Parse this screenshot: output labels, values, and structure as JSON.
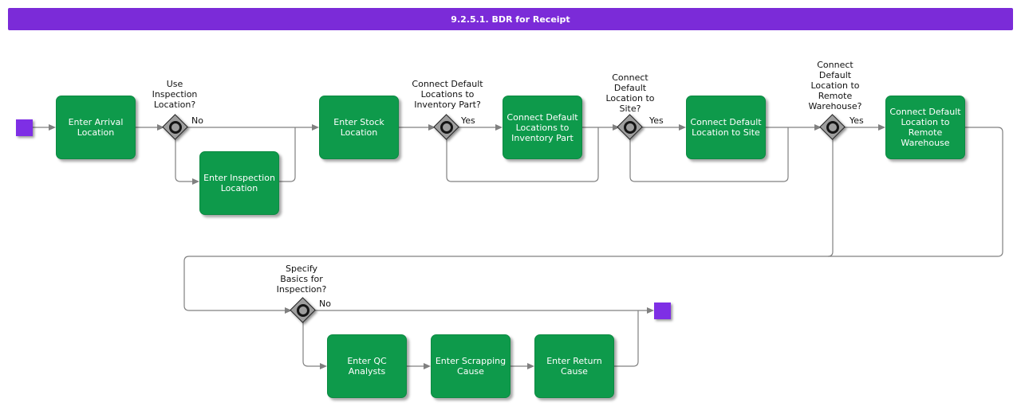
{
  "title": "9.2.5.1. BDR for Receipt",
  "colors": {
    "title_bar": "#7b2bd8",
    "event_fill": "#7e2fe5",
    "task_fill": "#0e9a4b",
    "task_border": "#0c8a42",
    "connector": "#808080",
    "gateway_fill": "#9e9e9e",
    "gateway_border": "#222222"
  },
  "tasks": {
    "enter_arrival_location": "Enter Arrival\nLocation",
    "enter_inspection_location": "Enter Inspection\nLocation",
    "enter_stock_location": "Enter Stock\nLocation",
    "connect_default_locations_to_inventory_part": "Connect Default\nLocations to\nInventory Part",
    "connect_default_location_to_site": "Connect Default\nLocation to Site",
    "connect_default_location_to_remote_warehouse": "Connect Default\nLocation to\nRemote\nWarehouse",
    "enter_qc_analysts": "Enter QC\nAnalysts",
    "enter_scrapping_cause": "Enter Scrapping\nCause",
    "enter_return_cause": "Enter Return\nCause"
  },
  "gateways": {
    "use_inspection_location": "Use\nInspection\nLocation?",
    "connect_default_locations_to_inventory_part": "Connect Default\nLocations to\nInventory Part?",
    "connect_default_location_to_site": "Connect\nDefault\nLocation to\nSite?",
    "connect_default_location_to_remote_warehouse": "Connect\nDefault\nLocation to\nRemote\nWarehouse?",
    "specify_basics_for_inspection": "Specify\nBasics for\nInspection?"
  },
  "edge_labels": {
    "use_inspection_no": "No",
    "inventory_part_yes": "Yes",
    "site_yes": "Yes",
    "remote_warehouse_yes": "Yes",
    "specify_basics_no": "No"
  }
}
